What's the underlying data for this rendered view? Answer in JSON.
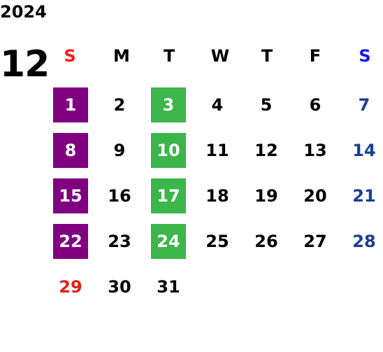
{
  "calendar": {
    "year": "2024",
    "month": "12",
    "weekday_headers": [
      "S",
      "M",
      "T",
      "W",
      "T",
      "F",
      "S"
    ],
    "weeks": [
      [
        {
          "day": "1",
          "highlight": "purple"
        },
        {
          "day": "2",
          "highlight": ""
        },
        {
          "day": "3",
          "highlight": "green"
        },
        {
          "day": "4",
          "highlight": ""
        },
        {
          "day": "5",
          "highlight": ""
        },
        {
          "day": "6",
          "highlight": ""
        },
        {
          "day": "7",
          "highlight": ""
        }
      ],
      [
        {
          "day": "8",
          "highlight": "purple"
        },
        {
          "day": "9",
          "highlight": ""
        },
        {
          "day": "10",
          "highlight": "green"
        },
        {
          "day": "11",
          "highlight": ""
        },
        {
          "day": "12",
          "highlight": ""
        },
        {
          "day": "13",
          "highlight": ""
        },
        {
          "day": "14",
          "highlight": ""
        }
      ],
      [
        {
          "day": "15",
          "highlight": "purple"
        },
        {
          "day": "16",
          "highlight": ""
        },
        {
          "day": "17",
          "highlight": "green"
        },
        {
          "day": "18",
          "highlight": ""
        },
        {
          "day": "19",
          "highlight": ""
        },
        {
          "day": "20",
          "highlight": ""
        },
        {
          "day": "21",
          "highlight": ""
        }
      ],
      [
        {
          "day": "22",
          "highlight": "purple"
        },
        {
          "day": "23",
          "highlight": ""
        },
        {
          "day": "24",
          "highlight": "green"
        },
        {
          "day": "25",
          "highlight": ""
        },
        {
          "day": "26",
          "highlight": ""
        },
        {
          "day": "27",
          "highlight": ""
        },
        {
          "day": "28",
          "highlight": ""
        }
      ],
      [
        {
          "day": "29",
          "highlight": ""
        },
        {
          "day": "30",
          "highlight": ""
        },
        {
          "day": "31",
          "highlight": ""
        },
        {
          "day": "",
          "highlight": ""
        },
        {
          "day": "",
          "highlight": ""
        },
        {
          "day": "",
          "highlight": ""
        },
        {
          "day": "",
          "highlight": ""
        }
      ]
    ]
  },
  "colors": {
    "highlight_purple": "#800080",
    "highlight_green": "#3cb64a",
    "sunday_header": "#ff1a1a",
    "saturday_header": "#1515e6",
    "sunday_date": "#e0201c",
    "saturday_date": "#1b3f94",
    "weekday_text": "#000000"
  }
}
